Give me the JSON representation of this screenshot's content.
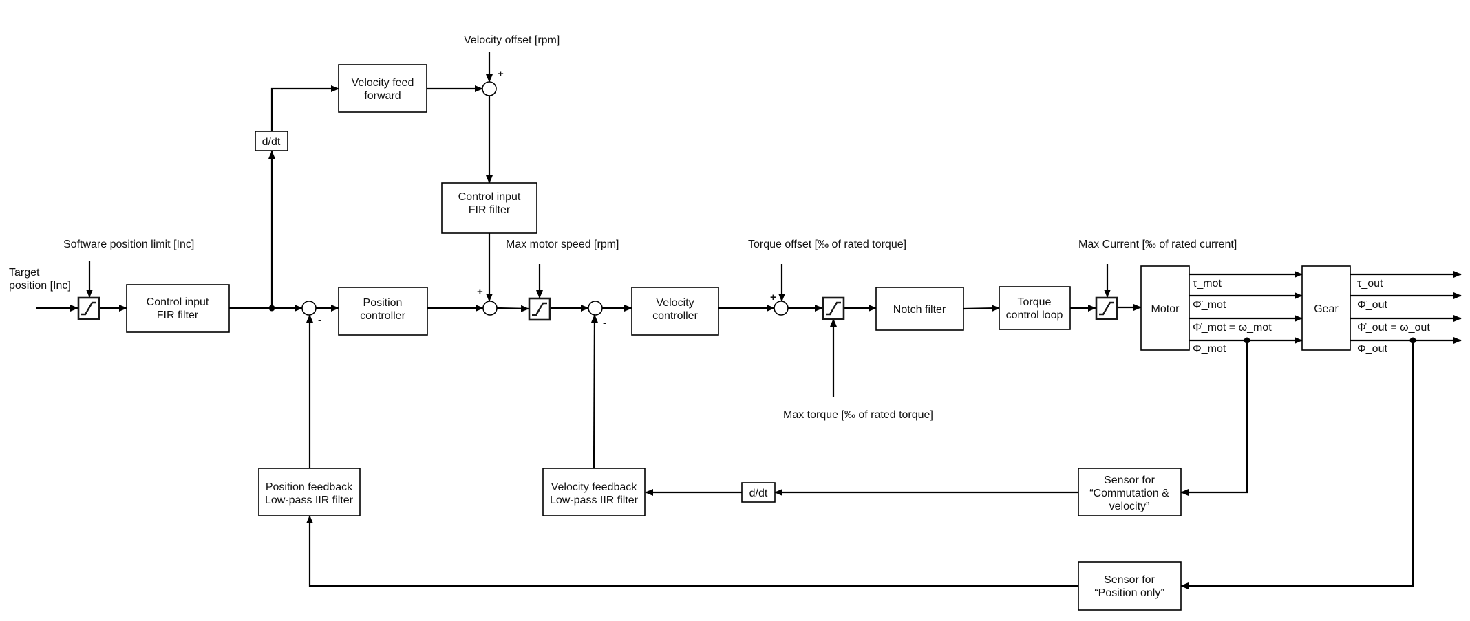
{
  "diagram": {
    "title": "Servo drive cascaded control loop",
    "colors": {
      "line": "#000000",
      "background": "#ffffff"
    },
    "inputs": {
      "target_position": [
        "Target",
        "position [Inc]"
      ],
      "software_position_limit": "Software position limit [Inc]",
      "velocity_offset": "Velocity offset [rpm]",
      "max_motor_speed": "Max motor speed [rpm]",
      "torque_offset": "Torque offset [‰ of rated torque]",
      "max_torque": "Max torque [‰ of rated torque]",
      "max_current": "Max Current [‰ of rated current]"
    },
    "blocks": {
      "control_input_fir_1": [
        "Control input",
        "FIR filter"
      ],
      "ddt_feedforward": "d/dt",
      "velocity_feed_forward": [
        "Velocity feed",
        "forward"
      ],
      "control_input_fir_2": [
        "Control input",
        "FIR filter"
      ],
      "position_controller": [
        "Position",
        "controller"
      ],
      "velocity_controller": [
        "Velocity",
        "controller"
      ],
      "notch_filter": "Notch filter",
      "torque_control_loop": [
        "Torque",
        "control loop"
      ],
      "motor": "Motor",
      "gear": "Gear",
      "position_feedback_filter": [
        "Position feedback",
        "Low-pass IIR filter"
      ],
      "velocity_feedback_filter": [
        "Velocity feedback",
        "Low-pass IIR filter"
      ],
      "ddt_feedback": "d/dt",
      "sensor_commutation": [
        "Sensor for",
        "“Commutation &",
        "velocity”"
      ],
      "sensor_position": [
        "Sensor for",
        "“Position only”"
      ]
    },
    "signs": {
      "plus": "+",
      "minus": "-"
    },
    "motor_outputs": [
      "τ_mot",
      "Φ̈_mot",
      "Φ̇_mot = ω_mot",
      "Φ_mot"
    ],
    "gear_outputs": [
      "τ_out",
      "Φ̈_out",
      "Φ̇_out = ω_out",
      "Φ_out"
    ]
  }
}
